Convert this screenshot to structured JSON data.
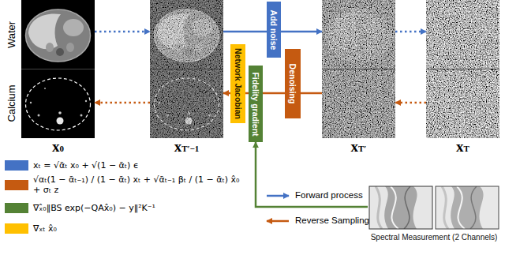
{
  "diagram": {
    "nodes": [
      {
        "text": [
          "x0"
        ]
      },
      {
        "text": [
          "xT′−1"
        ]
      },
      {
        "text": [
          "Network Jacobian"
        ]
      },
      {
        "text": [
          "Fidelity gradient"
        ]
      },
      {
        "text": [
          "Add noise"
        ]
      },
      {
        "text": [
          "Denoising"
        ]
      },
      {
        "text": [
          "xT′"
        ]
      },
      {
        "text": [
          "xT"
        ]
      },
      {
        "text": [
          "Spectral Measurement (2 Channels)"
        ]
      }
    ],
    "edges": [
      {
        "from": 0,
        "to": 1,
        "arrow": "to"
      },
      {
        "from": 1,
        "to": 4,
        "arrow": "none"
      },
      {
        "from": 4,
        "to": 6,
        "arrow": "to"
      },
      {
        "from": 6,
        "to": 7,
        "arrow": "to"
      },
      {
        "from": 7,
        "to": 6,
        "arrow": "to"
      },
      {
        "from": 6,
        "to": 5,
        "arrow": "none"
      },
      {
        "from": 5,
        "to": 3,
        "arrow": "none"
      },
      {
        "from": 3,
        "to": 2,
        "arrow": "none"
      },
      {
        "from": 2,
        "to": 1,
        "arrow": "to"
      },
      {
        "from": 1,
        "to": 0,
        "arrow": "to"
      },
      {
        "from": 8,
        "to": 3,
        "arrow": "to"
      }
    ],
    "labels": [
      "Water",
      "Calcium"
    ],
    "legend": [
      {
        "text": "xₜ = √ᾱₜ x₀ + √(1 − ᾱₜ) ϵ",
        "color": "#4472C4"
      },
      {
        "text": "√αₜ(1 − ᾱₜ₋₁) / (1 − ᾱₜ) xₜ + √ᾱₜ₋₁ βₜ / (1 − ᾱₜ) x̂₀ + σₜ z",
        "color": "#C55A11"
      },
      {
        "text": "∇ₓ̂₀‖BS exp(−QAx̂₀) − y‖²K⁻¹",
        "color": "#548235"
      },
      {
        "text": "∇ₓₜ x̂₀",
        "color": "#FFC000"
      },
      {
        "text": "Forward process"
      },
      {
        "text": "Reverse Sampling"
      }
    ]
  }
}
